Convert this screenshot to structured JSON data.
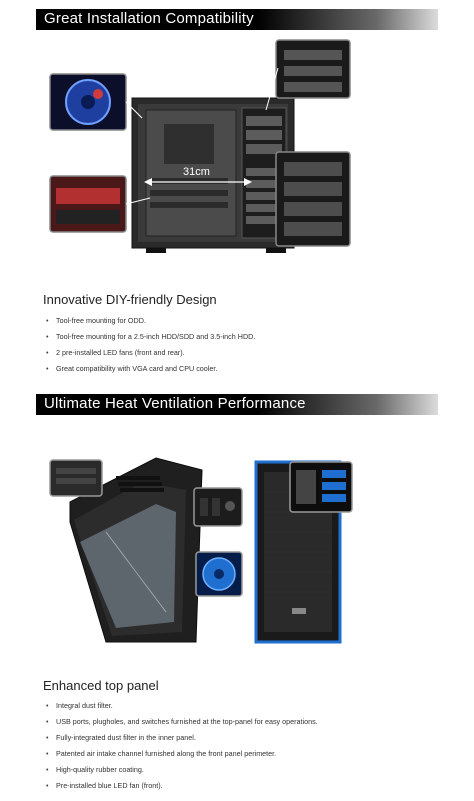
{
  "section1": {
    "banner": "Great Installation Compatibility",
    "measure_label": "31cm",
    "title": "Innovative DIY-friendly Design",
    "items": [
      "Tool-free mounting for ODD.",
      "Tool-free mounting for a 2.5-inch HDD/SDD and 3.5-inch HDD.",
      "2 pre-installed LED fans (front and rear).",
      "Great compatibility with VGA card and CPU cooler."
    ]
  },
  "section2": {
    "banner": "Ultimate Heat Ventilation Performance",
    "title": "Enhanced top panel",
    "items": [
      "Integral dust filter.",
      "USB ports, plugholes, and switches furnished at the top-panel for easy operations.",
      "Fully-integrated dust filter in the inner panel.",
      "Patented air intake channel furnished along the front panel perimeter.",
      "High-quality rubber coating.",
      "Pre-installed blue LED fan (front)."
    ]
  },
  "colors": {
    "accent_blue": "#1e6fd0",
    "banner_black": "#000000"
  }
}
